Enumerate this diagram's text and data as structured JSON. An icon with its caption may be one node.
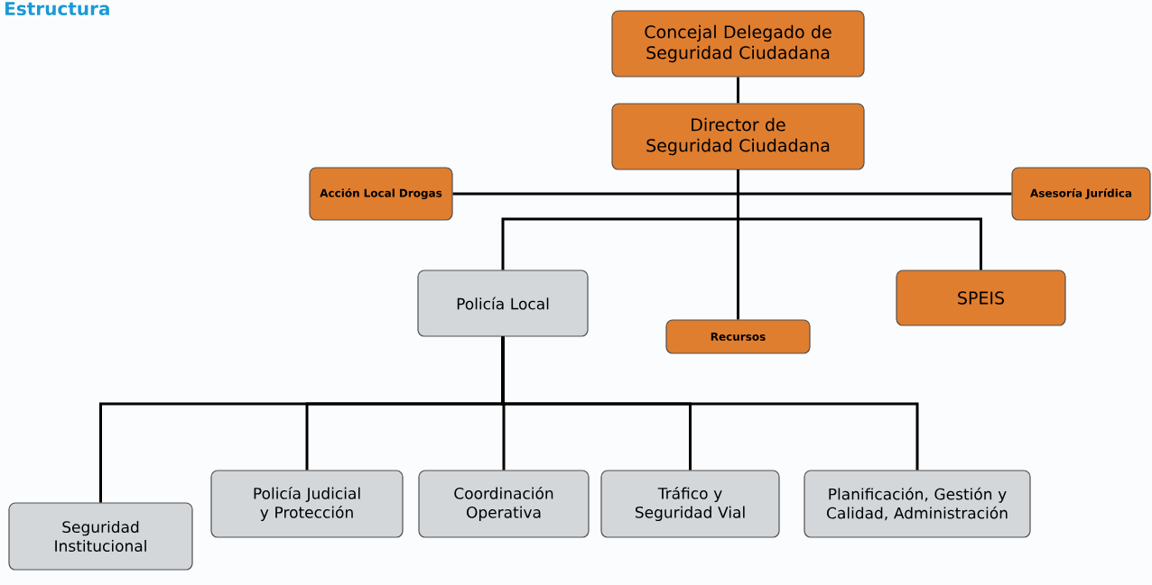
{
  "diagram": {
    "title": "Estructura",
    "nodes": [
      {
        "text": [
          "Concejal Delegado de Seguridad Ciudadana"
        ]
      },
      {
        "text": [
          "Director de Seguridad Ciudadana"
        ]
      },
      {
        "text": [
          "Acción Local Drogas"
        ]
      },
      {
        "text": [
          "Asesoría Jurídica"
        ]
      },
      {
        "text": [
          "Policía Local"
        ]
      },
      {
        "text": [
          "Recursos"
        ]
      },
      {
        "text": [
          "SPEIS"
        ]
      },
      {
        "text": [
          "Seguridad Institucional"
        ]
      },
      {
        "text": [
          "Policía Judicial y Protección"
        ]
      },
      {
        "text": [
          "Coordinación Operativa"
        ]
      },
      {
        "text": [
          "Tráfico y Seguridad Vial"
        ]
      },
      {
        "text": [
          "Planificación, Gestión y Calidad, Administración"
        ]
      }
    ],
    "edges": [
      {
        "from": 0,
        "to": 1,
        "arrow": "none"
      },
      {
        "from": 1,
        "to": 2,
        "arrow": "none"
      },
      {
        "from": 1,
        "to": 3,
        "arrow": "none"
      },
      {
        "from": 1,
        "to": 4,
        "arrow": "none"
      },
      {
        "from": 1,
        "to": 5,
        "arrow": "none"
      },
      {
        "from": 1,
        "to": 6,
        "arrow": "none"
      },
      {
        "from": 4,
        "to": 7,
        "arrow": "none"
      },
      {
        "from": 4,
        "to": 8,
        "arrow": "none"
      },
      {
        "from": 4,
        "to": 9,
        "arrow": "none"
      },
      {
        "from": 4,
        "to": 10,
        "arrow": "none"
      },
      {
        "from": 4,
        "to": 11,
        "arrow": "none"
      }
    ]
  }
}
